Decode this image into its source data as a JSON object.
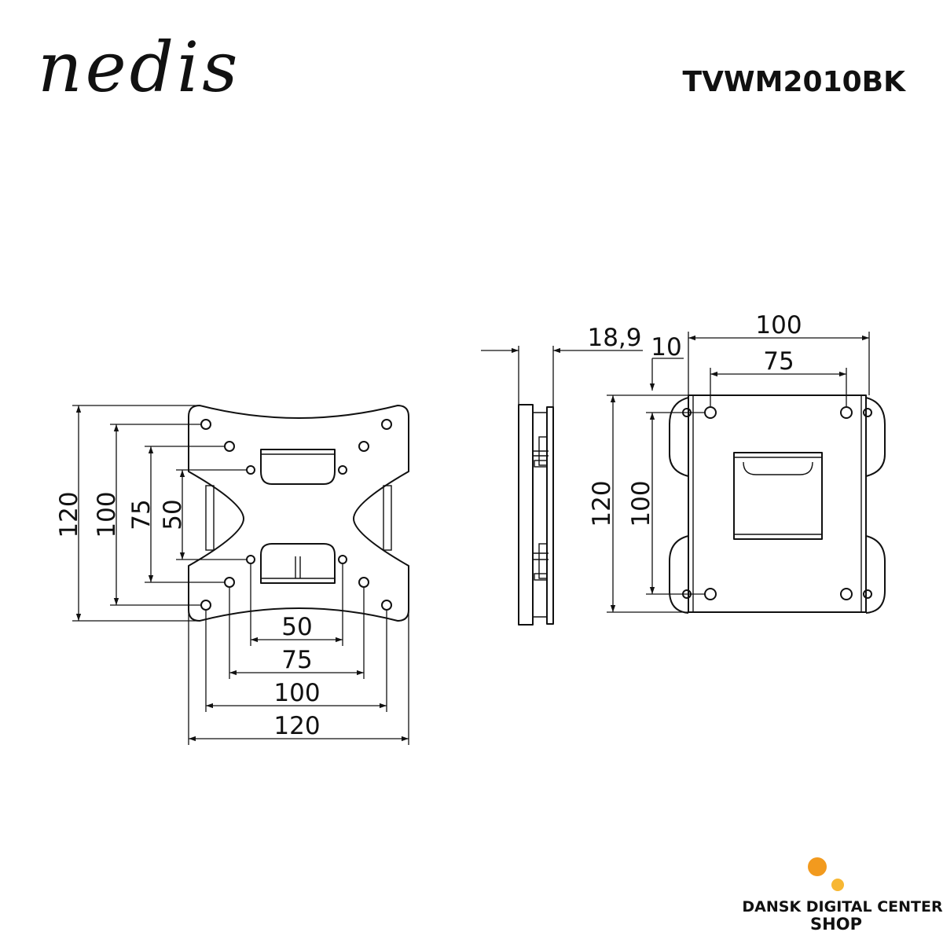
{
  "header": {
    "brand_logo": "nedis",
    "model": "TVWM2010BK"
  },
  "front_view": {
    "dims_vertical": [
      "120",
      "100",
      "75",
      "50"
    ],
    "dims_horizontal": [
      "50",
      "75",
      "100",
      "120"
    ]
  },
  "side_view": {
    "depth": "18,9"
  },
  "rear_view": {
    "offset": "10",
    "dims_horizontal": [
      "100",
      "75"
    ],
    "dims_vertical": [
      "120",
      "100"
    ]
  },
  "footer": {
    "shop_line1": "DANSK DIGITAL CENTER",
    "shop_line2": "SHOP",
    "dot_colors": [
      "#f29a1e",
      "#f7b733"
    ]
  }
}
